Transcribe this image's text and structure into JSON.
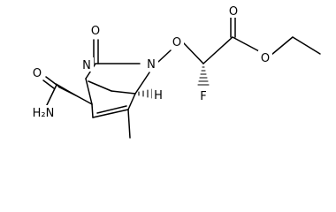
{
  "molecule": {
    "atom_labels": {
      "carbonyl_o_top": "O",
      "n_bridge_left": "N",
      "n_right": "N",
      "o_ether": "O",
      "o_ester_carbonyl": "O",
      "o_ester": "O",
      "fluorine": "F",
      "hydrogen": "H",
      "amide_o": "O",
      "amide_nh2": "H₂N"
    },
    "colors": {
      "ink": "#000000",
      "background": "#ffffff"
    }
  }
}
